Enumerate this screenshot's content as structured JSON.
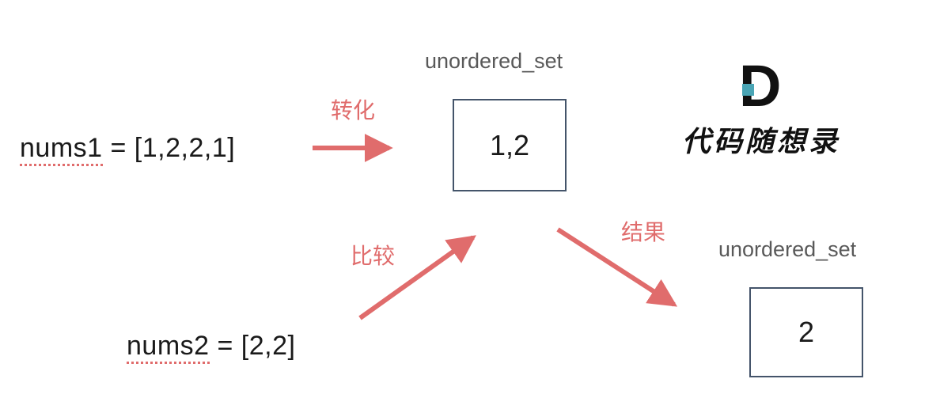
{
  "diagram": {
    "nums1": {
      "var": "nums1",
      "rest": " = [1,2,2,1]"
    },
    "nums2": {
      "var": "nums2",
      "rest": " = [2,2]"
    },
    "set1": {
      "caption": "unordered_set",
      "value": "1,2"
    },
    "set2": {
      "caption": "unordered_set",
      "value": "2"
    },
    "arrows": {
      "convert_label": "转化",
      "compare_label": "比较",
      "result_label": "结果"
    },
    "logo": {
      "letter": "D",
      "text": "代码随想录"
    }
  },
  "colors": {
    "arrow_red": "#e06c6c",
    "box_border": "#44546a",
    "caption_gray": "#595959",
    "logo_teal": "#4aa5b5",
    "text_black": "#1a1a1a"
  }
}
